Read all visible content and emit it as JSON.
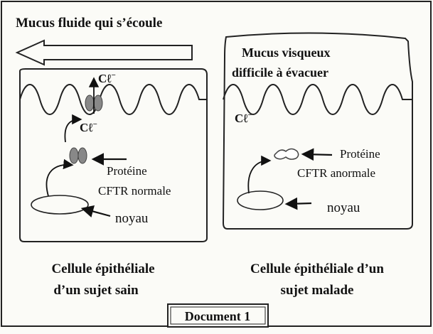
{
  "header": {
    "text": "Mucus fluide qui s’écoule"
  },
  "healthy": {
    "ion_top": "Cℓ",
    "ion_top_sup": "−",
    "ion_mid": "Cℓ",
    "ion_mid_sup": "−",
    "protein_line1": "Protéine",
    "protein_line2": "CFTR normale",
    "nucleus": "noyau",
    "caption_line1": "Cellule épithéliale",
    "caption_line2": "d’un sujet sain"
  },
  "sick": {
    "mucus_line1": "Mucus visqueux",
    "mucus_line2": "difficile à évacuer",
    "ion": "Cℓ",
    "ion_sup": "−",
    "protein_line1": "Protéine",
    "protein_line2": "CFTR anormale",
    "nucleus": "noyau",
    "caption_line1": "Cellule épithéliale d’un",
    "caption_line2": "sujet malade"
  },
  "footer": {
    "title": "Document 1"
  }
}
